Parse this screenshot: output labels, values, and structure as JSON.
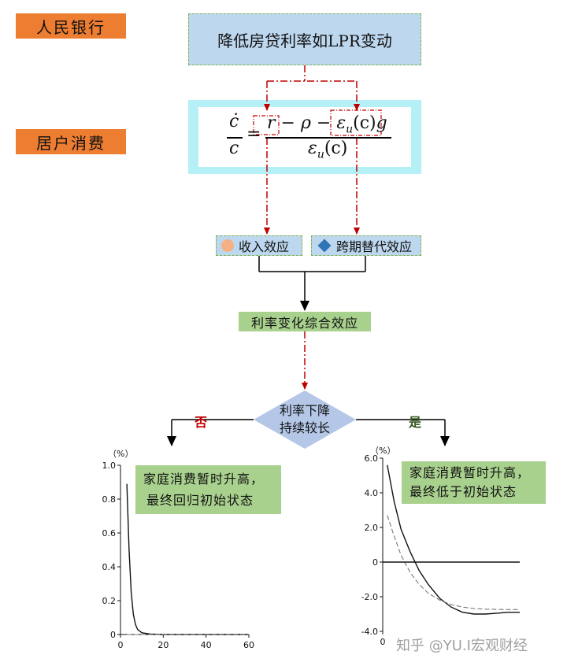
{
  "tags": {
    "central_bank": "人民银行",
    "household_consumption": "居户消费"
  },
  "top_box": "降低房贷利率如LPR变动",
  "formula": {
    "lhs_num": "ċ",
    "lhs_den": "c",
    "equals": "=",
    "rhs_num_r": "r",
    "rhs_num_mid": " − ρ − ",
    "rhs_num_eps": "ε",
    "rhs_num_eps_sub": "u",
    "rhs_num_eps_arg": "(c)",
    "rhs_num_g": "g",
    "rhs_den_eps": "ε",
    "rhs_den_sub": "u",
    "rhs_den_arg": "(c)"
  },
  "effects": {
    "income": "收入效应",
    "intertemporal": "跨期替代效应"
  },
  "combined": "利率变化综合效应",
  "decision": {
    "line1": "利率下降",
    "line2": "持续较长",
    "no": "否",
    "yes": "是"
  },
  "left_chart_note": {
    "line1": "家庭消费暂时升高，",
    "line2": "最终回归初始状态"
  },
  "right_chart_note": {
    "line1": "家庭消费暂时升高，",
    "line2": "最终低于初始状态"
  },
  "watermark": "知乎 @YU.I宏观财经",
  "chart_data": [
    {
      "type": "line",
      "unit_label": "（%）",
      "xlim": [
        0,
        60
      ],
      "ylim": [
        0,
        1.0
      ],
      "x_ticks": [
        "0",
        "20",
        "40",
        "60"
      ],
      "y_ticks": [
        "0",
        "0.2",
        "0.4",
        "0.6",
        "0.8",
        "1.0"
      ],
      "series": [
        {
          "style": "solid",
          "x": [
            3,
            4,
            5,
            6,
            7,
            8,
            10,
            14,
            20,
            40,
            60
          ],
          "y": [
            0.89,
            0.5,
            0.25,
            0.12,
            0.06,
            0.03,
            0.01,
            0.003,
            0.0,
            0.0,
            0.0
          ]
        },
        {
          "style": "dashed",
          "x": [
            3,
            60
          ],
          "y": [
            0.0,
            0.0
          ]
        }
      ]
    },
    {
      "type": "line",
      "unit_label": "（%）",
      "xlim": [
        0,
        60
      ],
      "ylim": [
        -4.0,
        6.0
      ],
      "x_ticks": [
        "0"
      ],
      "y_ticks": [
        "-4.0",
        "-2.0",
        "0",
        "2.0",
        "4.0",
        "6.0"
      ],
      "series": [
        {
          "style": "solid",
          "x": [
            2,
            5,
            8,
            12,
            16,
            20,
            25,
            30,
            35,
            40,
            45,
            50,
            55,
            60
          ],
          "y": [
            5.6,
            3.5,
            1.9,
            0.6,
            -0.5,
            -1.3,
            -2.1,
            -2.6,
            -2.9,
            -3.0,
            -3.0,
            -2.95,
            -2.9,
            -2.9
          ]
        },
        {
          "style": "dashed",
          "x": [
            2,
            5,
            8,
            12,
            16,
            20,
            25,
            30,
            35,
            40,
            45,
            50,
            55,
            60
          ],
          "y": [
            2.7,
            1.5,
            0.4,
            -0.6,
            -1.3,
            -1.8,
            -2.2,
            -2.45,
            -2.6,
            -2.68,
            -2.72,
            -2.73,
            -2.74,
            -2.74
          ]
        },
        {
          "style": "solid",
          "x": [
            0,
            60
          ],
          "y": [
            0,
            0
          ]
        }
      ]
    }
  ]
}
